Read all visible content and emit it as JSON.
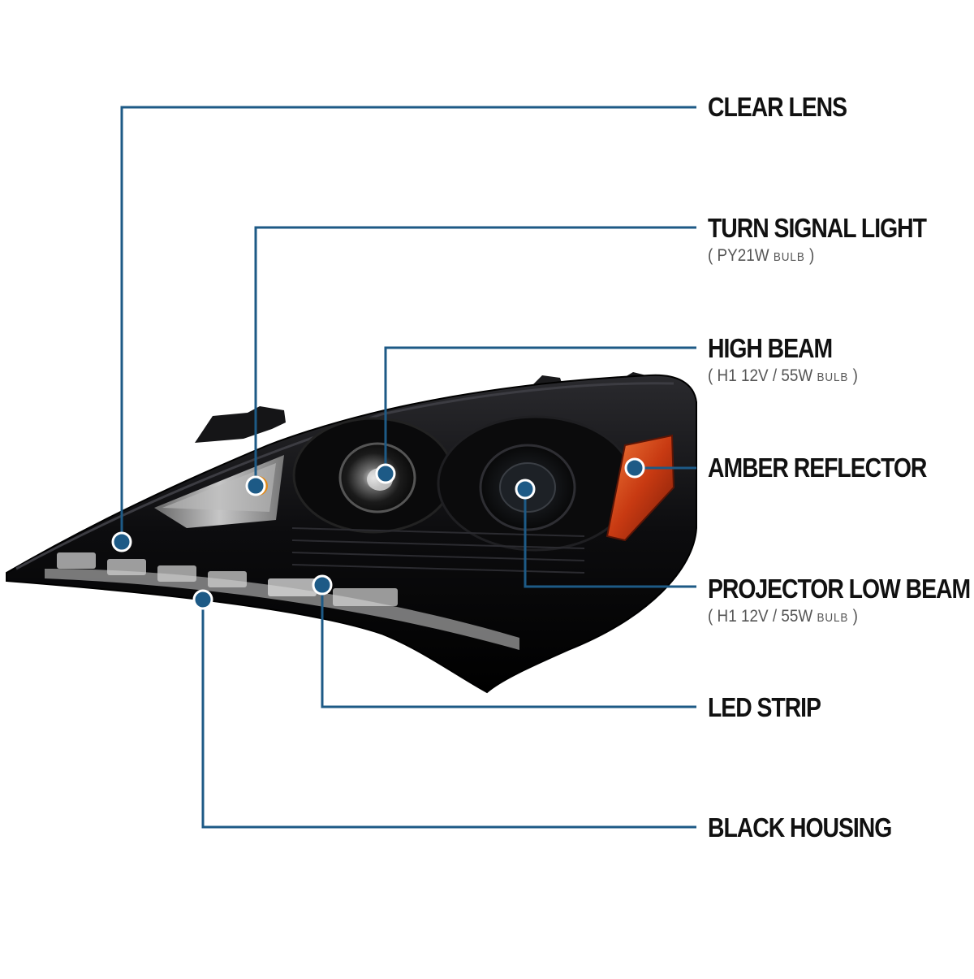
{
  "colors": {
    "leader_line": "#1d5a86",
    "dot_fill": "#1d5a86",
    "dot_ring": "#ffffff",
    "housing": "#0c0c0e",
    "amber": "#c83a12",
    "turn_signal_bulb": "#e08a1a",
    "background": "#ffffff"
  },
  "callouts": {
    "clear_lens": {
      "title": "CLEAR LENS"
    },
    "turn_signal": {
      "title": "TURN SIGNAL LIGHT",
      "sub_open": "( PY21W ",
      "sub_small": "BULB",
      "sub_close": " )"
    },
    "high_beam": {
      "title": "HIGH BEAM",
      "sub_open": "( H1  12V / 55W ",
      "sub_small": "BULB",
      "sub_close": " )"
    },
    "amber_reflector": {
      "title": "AMBER REFLECTOR"
    },
    "projector_low_beam": {
      "title": "PROJECTOR LOW BEAM",
      "sub_open": "( H1  12V / 55W ",
      "sub_small": "BULB",
      "sub_close": " )"
    },
    "led_strip": {
      "title": "LED STRIP"
    },
    "black_housing": {
      "title": "BLACK HOUSING"
    }
  }
}
